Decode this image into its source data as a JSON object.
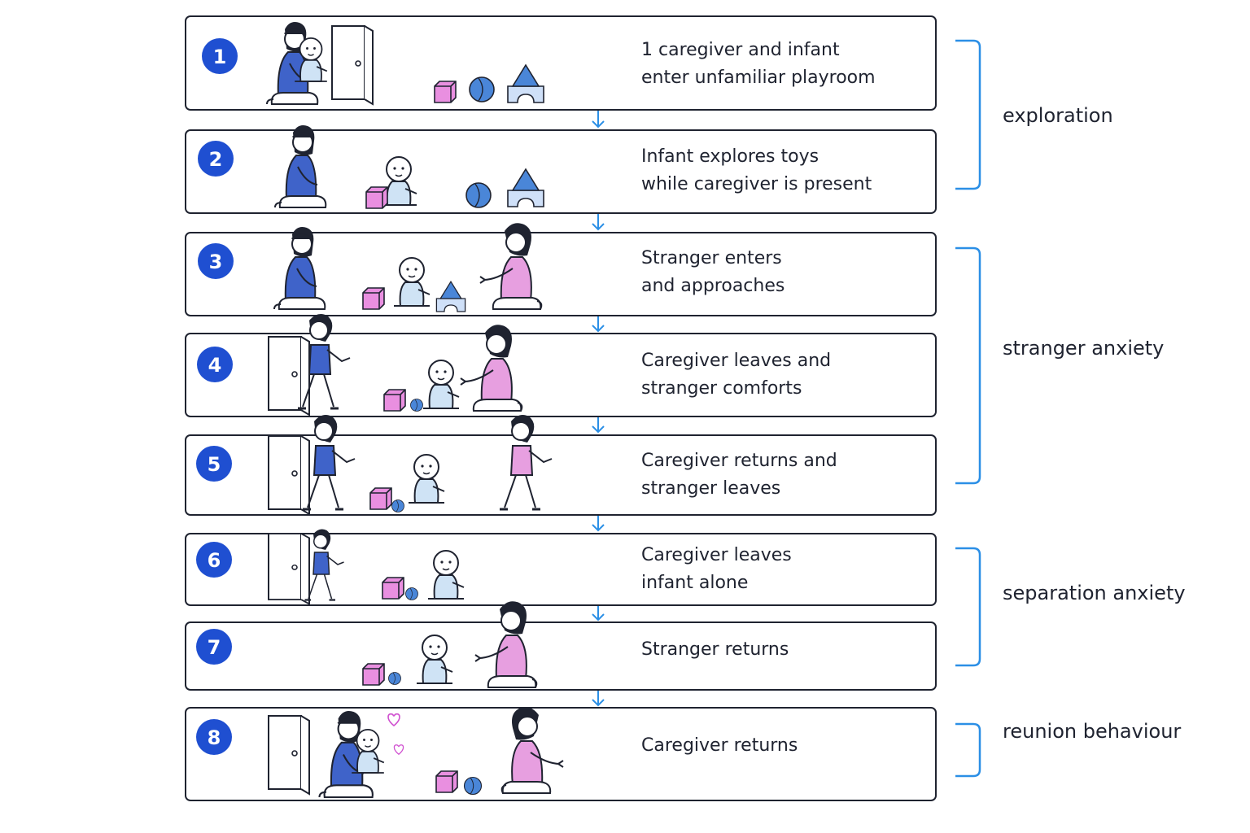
{
  "steps": [
    {
      "number": "1",
      "line1": "1 caregiver and infant",
      "line2": "enter unfamiliar playroom"
    },
    {
      "number": "2",
      "line1": "Infant explores toys",
      "line2": "while caregiver is present"
    },
    {
      "number": "3",
      "line1": "Stranger enters",
      "line2": "and approaches"
    },
    {
      "number": "4",
      "line1": "Caregiver leaves and",
      "line2": "stranger comforts"
    },
    {
      "number": "5",
      "line1": "Caregiver returns and",
      "line2": "stranger leaves"
    },
    {
      "number": "6",
      "line1": "Caregiver leaves",
      "line2": "infant alone"
    },
    {
      "number": "7",
      "line1": "Stranger returns",
      "line2": ""
    },
    {
      "number": "8",
      "line1": "Caregiver returns",
      "line2": ""
    }
  ],
  "phases": [
    {
      "label": "exploration"
    },
    {
      "label": "stranger anxiety"
    },
    {
      "label": "separation anxiety"
    },
    {
      "label": "reunion behaviour"
    }
  ],
  "colors": {
    "caregiver": "#3f63c9",
    "stranger": "#e79fe0",
    "infant": "#cfe3f5",
    "badge": "#1f4fd1",
    "connector": "#2b8fe6",
    "outline": "#1f2330",
    "toy_cube": "#e98fe0",
    "toy_ball": "#4a86d8",
    "toy_block": "#cfe0f8"
  },
  "icons": [
    "caregiver-figure",
    "stranger-figure",
    "infant-figure",
    "door-icon",
    "toy-cube-icon",
    "toy-ball-icon",
    "toy-block-icon",
    "heart-icon",
    "arrow-down-icon"
  ]
}
